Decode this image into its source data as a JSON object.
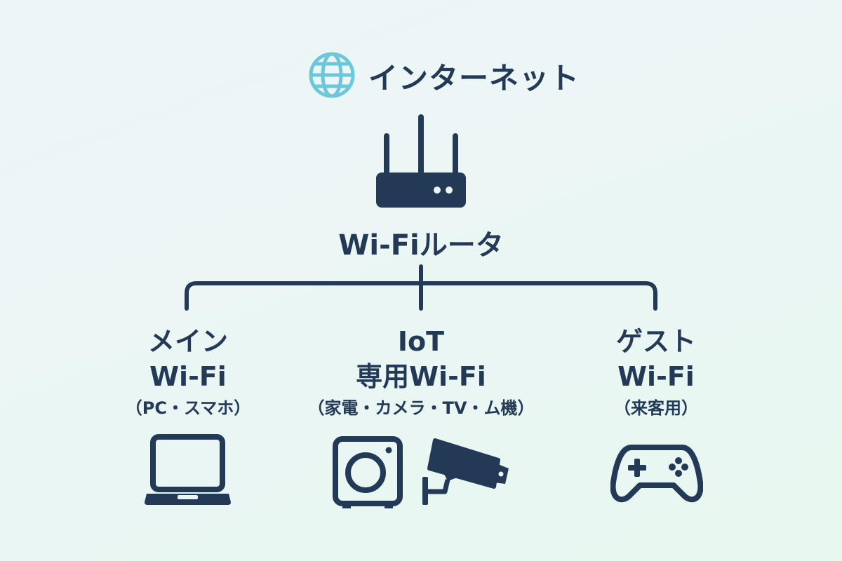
{
  "internet": {
    "label": "インターネット",
    "icon": "globe-icon",
    "icon_color": "#6cc7d8"
  },
  "router": {
    "label": "Wi-Fiルータ",
    "icon": "router-icon"
  },
  "networks": [
    {
      "title1": "メイン",
      "title2": "Wi-Fi",
      "sub": "（PC・スマホ）",
      "icon": "laptop-icon"
    },
    {
      "title1": "IoT",
      "title2": "専用Wi-Fi",
      "sub": "（家電・カメラ・TV・ム機）",
      "icons": [
        "washing-machine-icon",
        "security-camera-icon"
      ]
    },
    {
      "title1": "ゲスト",
      "title2": "Wi-Fi",
      "sub": "（来客用）",
      "icon": "game-controller-icon"
    }
  ],
  "colors": {
    "primary": "#223a55",
    "globe": "#6cc7d8"
  }
}
